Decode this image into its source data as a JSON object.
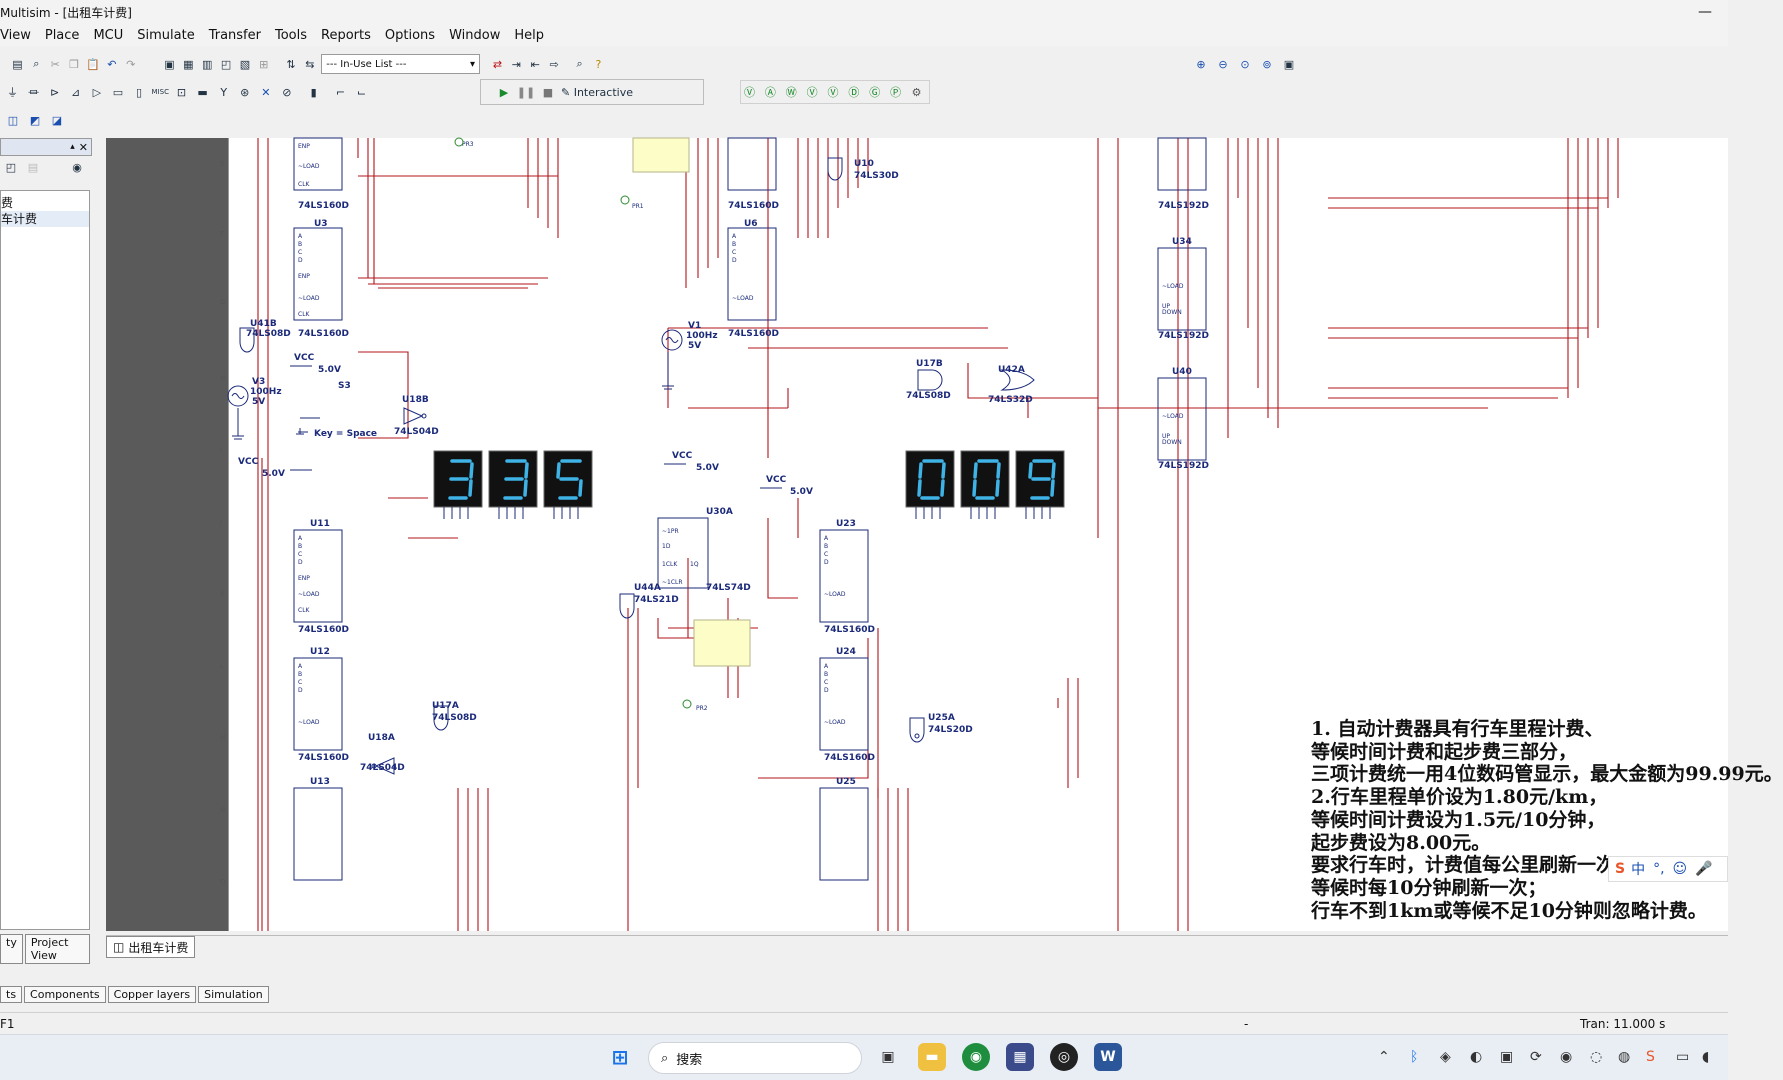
{
  "window": {
    "title": "Multisim - [出租车计费]",
    "close": "—"
  },
  "menu": [
    "View",
    "Place",
    "MCU",
    "Simulate",
    "Transfer",
    "Tools",
    "Reports",
    "Options",
    "Window",
    "Help"
  ],
  "toolbar": {
    "in_use_list": "--- In-Use List ---",
    "interactive_label": "Interactive"
  },
  "left_panel": {
    "tree_items": [
      "费",
      "车计费"
    ],
    "tabs": [
      "ty",
      "Project View"
    ]
  },
  "document_tab": "出租车计费",
  "spreadsheet_tabs": [
    "ts",
    "Components",
    "Copper layers",
    "Simulation"
  ],
  "status": {
    "left": "F1",
    "mid": "-",
    "right": "Tran: 11.000 s"
  },
  "displays": {
    "left": "335",
    "right": "009"
  },
  "components": {
    "counters_top_left": [
      {
        "ref": "",
        "part": "74LS160D"
      },
      {
        "ref": "U3",
        "part": "74LS160D"
      }
    ],
    "counters_top_mid": [
      {
        "ref": "",
        "part": "74LS160D"
      },
      {
        "ref": "U6",
        "part": "74LS160D"
      }
    ],
    "counters_right": [
      {
        "ref": "",
        "part": "74LS192D"
      },
      {
        "ref": "U34",
        "part": "74LS192D"
      },
      {
        "ref": "U40",
        "part": "74LS192D"
      }
    ],
    "counters_bottom_left": [
      {
        "ref": "U11",
        "part": "74LS160D"
      },
      {
        "ref": "U12",
        "part": "74LS160D"
      },
      {
        "ref": "U13",
        "part": ""
      }
    ],
    "counters_bottom_mid": [
      {
        "ref": "U23",
        "part": "74LS160D"
      },
      {
        "ref": "U24",
        "part": "74LS160D"
      },
      {
        "ref": "U25",
        "part": ""
      }
    ],
    "gates": {
      "u10": "U10",
      "u10_part": "74LS30D",
      "u41b": "U41B",
      "u41b_part": "74LS08D",
      "u18b": "U18B",
      "u18b_part": "74LS04D",
      "u17b": "U17B",
      "u17b_part": "74LS08D",
      "u42a": "U42A",
      "u42a_part": "74LS32D",
      "u30a": "U30A",
      "u30a_part": "74LS74D",
      "u44a": "U44A",
      "u44a_part": "74LS21D",
      "u17a": "U17A",
      "u17a_part": "74LS08D",
      "u18a": "U18A",
      "u18a_part": "74LS04D",
      "u25a": "U25A",
      "u25a_part": "74LS20D"
    },
    "sources": {
      "v1": "V1",
      "v1_freq": "100Hz",
      "v1_amp": "5V",
      "v3": "V3",
      "v3_freq": "100Hz",
      "v3_amp": "5V",
      "vcc": "VCC",
      "vcc_val": "5.0V",
      "s3": "S3",
      "key": "Key = Space",
      "pr1": "PR1",
      "pr2": "PR2",
      "pr3": "PR3"
    }
  },
  "note_lines": [
    "1.   自动计费器具有行车里程计费、",
    "等候时间计费和起步费三部分，",
    "三项计费统一用4位数码管显示，最大金额为99.99元。",
    " 2.行车里程单价设为1.80元/km，",
    "等候时间计费设为1.5元/10分钟，",
    "起步费设为8.00元。",
    "要求行车时，计费值每公里刷新一次；",
    "等候时每10分钟刷新一次；",
    "行车不到1km或等候不足10分钟则忽略计费。"
  ],
  "taskbar": {
    "search": "搜索"
  },
  "ime": {
    "label": "中"
  },
  "colors": {
    "wire": "#b3141b",
    "label": "#1b2a7a",
    "seg": "#3fb3e6"
  }
}
